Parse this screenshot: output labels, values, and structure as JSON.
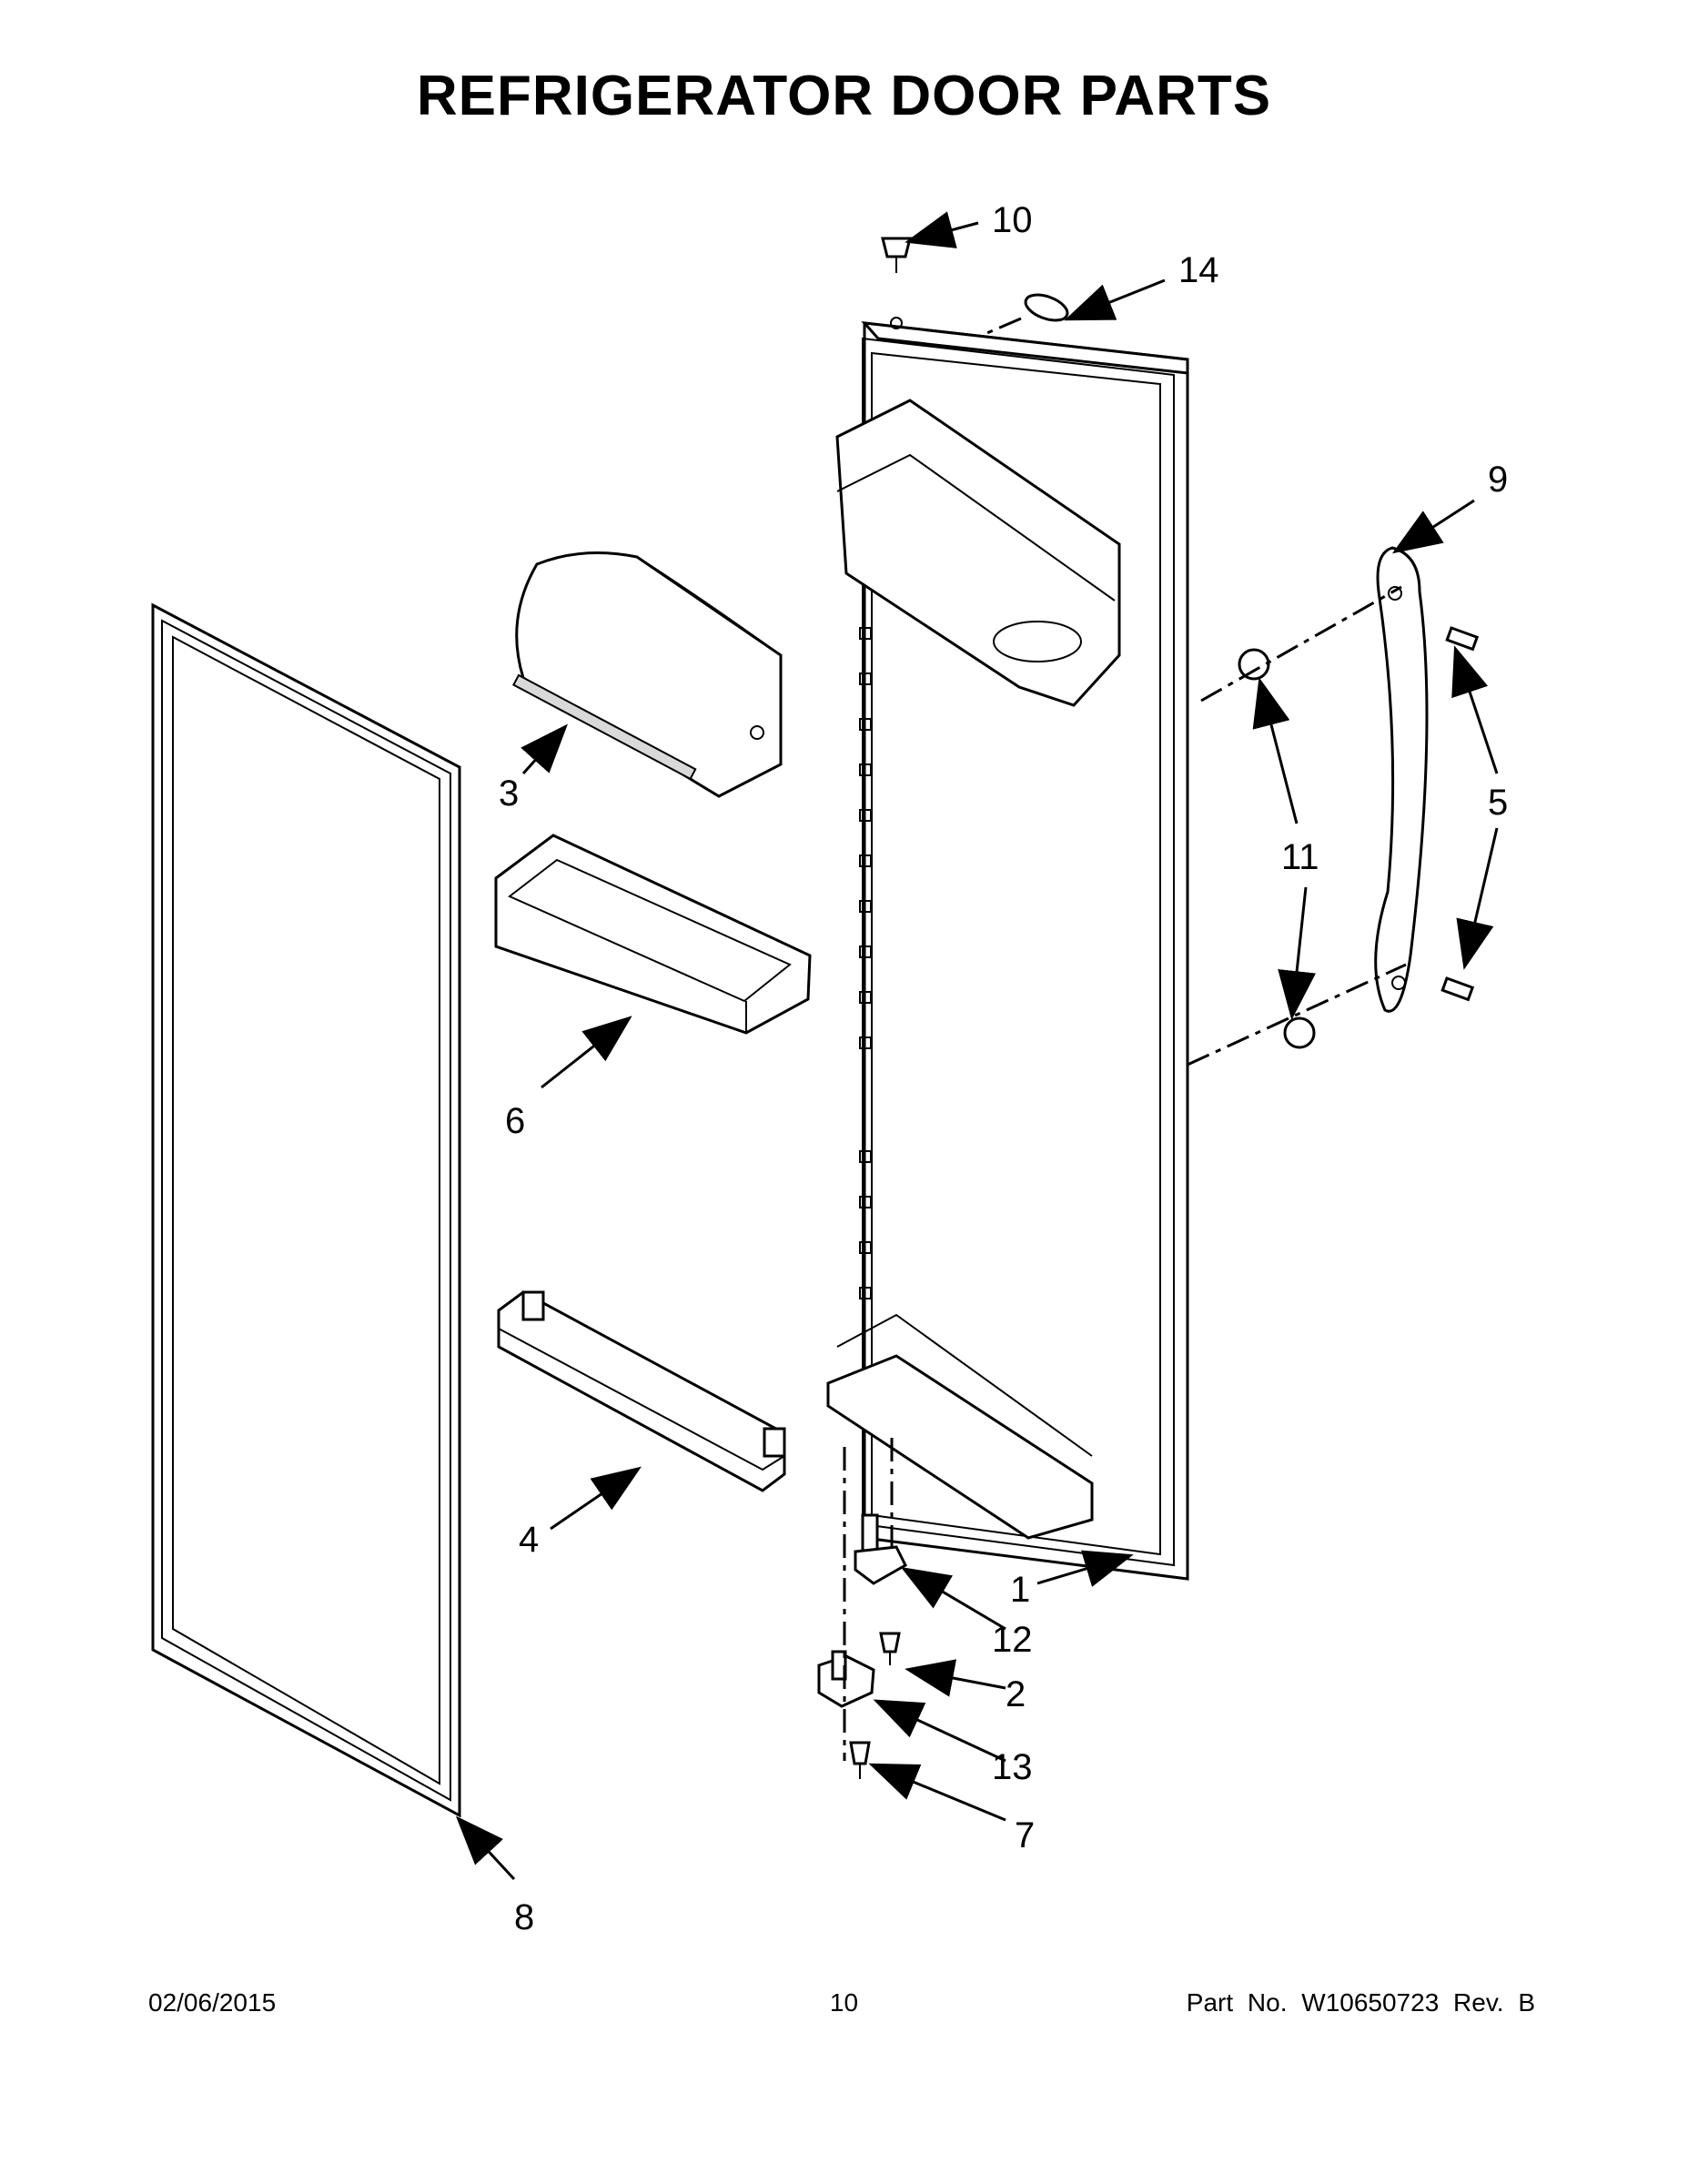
{
  "title": "REFRIGERATOR DOOR PARTS",
  "callouts": {
    "c1": "1",
    "c2": "2",
    "c3": "3",
    "c4": "4",
    "c5": "5",
    "c6": "6",
    "c7": "7",
    "c8": "8",
    "c9": "9",
    "c10": "10",
    "c11": "11",
    "c12": "12",
    "c13": "13",
    "c14": "14"
  },
  "footer": {
    "date": "02/06/2015",
    "page": "10",
    "part_number": "Part No.  W10650723  Rev.  B"
  }
}
